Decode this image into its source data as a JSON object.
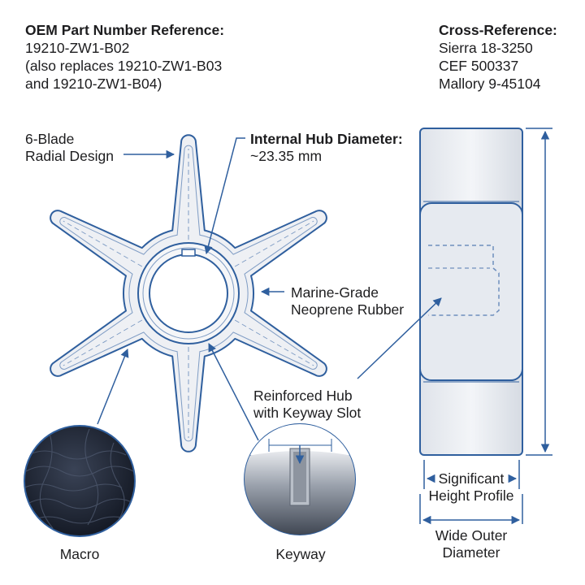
{
  "oem": {
    "heading": "OEM Part Number Reference:",
    "part_number": "19210-ZW1-B02",
    "replaces_line1": "(also replaces 19210-ZW1-B03",
    "replaces_line2": "and 19210-ZW1-B04)"
  },
  "cross_reference": {
    "heading": "Cross-Reference:",
    "items": [
      "Sierra 18-3250",
      "CEF 500337",
      "Mallory 9-45104"
    ]
  },
  "callouts": {
    "blade_line1": "6-Blade",
    "blade_line2": "Radial Design",
    "hub_heading": "Internal Hub Diameter:",
    "hub_value": "~23.35 mm",
    "rubber_line1": "Marine-Grade",
    "rubber_line2": "Neoprene Rubber",
    "keyway_line1": "Reinforced Hub",
    "keyway_line2": "with Keyway Slot",
    "height_line1": "Significant",
    "height_line2": "Height Profile",
    "width_line1": "Wide Outer",
    "width_line2": "Diameter"
  },
  "insets": {
    "macro_label": "Macro",
    "keyway_label": "Keyway"
  },
  "colors": {
    "line": "#2f5f9e",
    "rubber_fill": "#eef0f4",
    "macro_fill": "#1b2233",
    "text": "#1d1d1f"
  }
}
